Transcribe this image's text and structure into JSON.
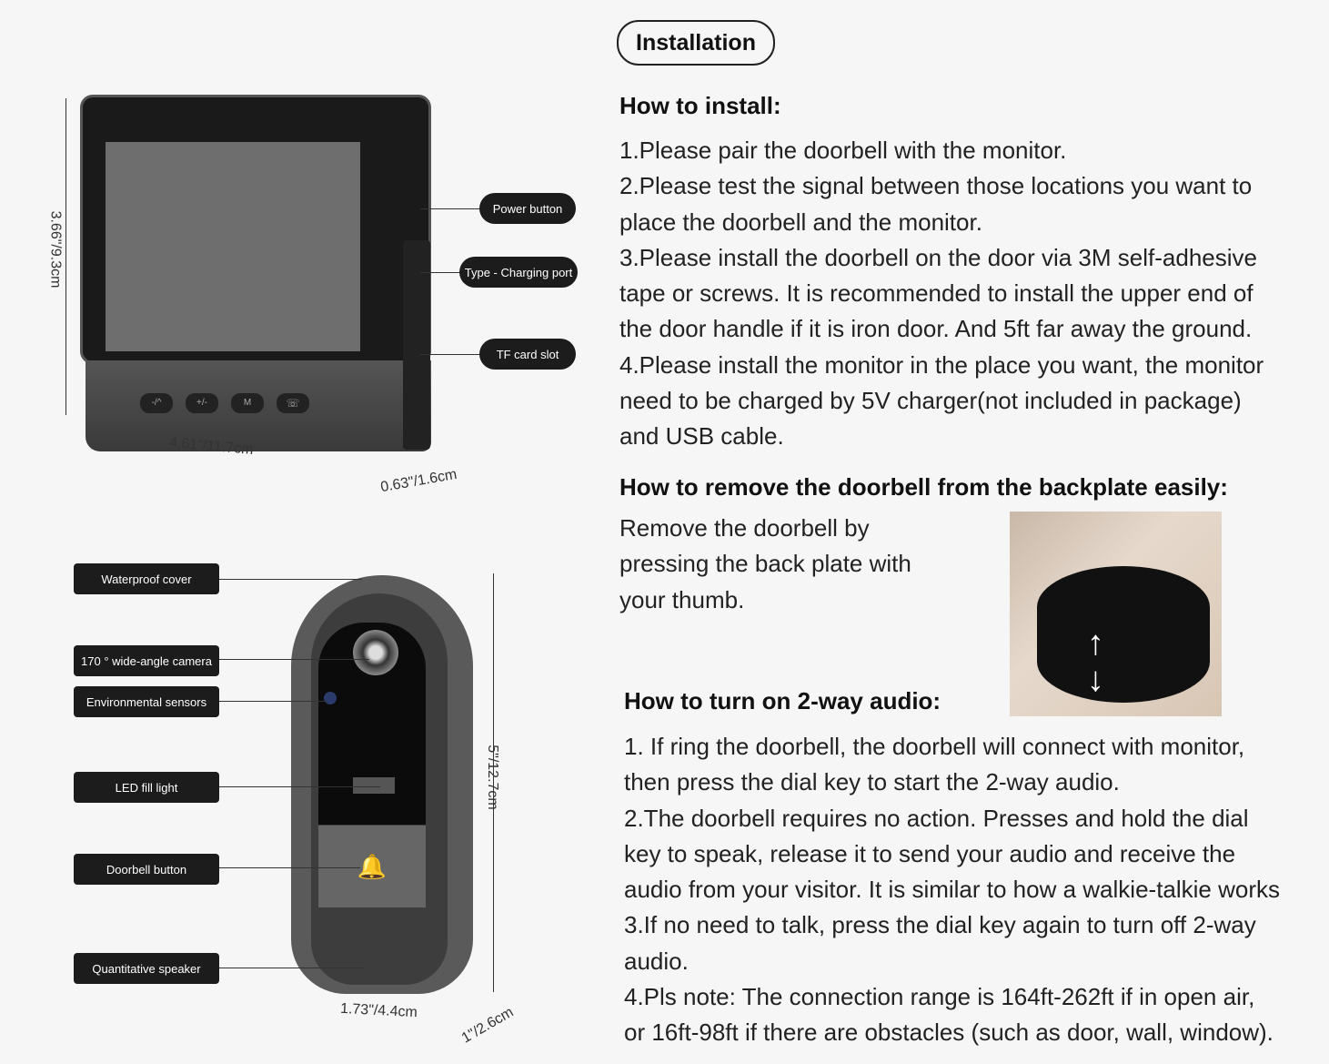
{
  "header": {
    "title": "Installation"
  },
  "monitor": {
    "labels": [
      "Power button",
      "Type - Charging port",
      "TF card slot"
    ],
    "buttons": [
      "-/^",
      "+/-",
      "M",
      "dial"
    ],
    "dims": {
      "height": "3.66\"/9.3cm",
      "width": "4.61\"/11.7cm",
      "depth": "0.63\"/1.6cm"
    }
  },
  "doorbell": {
    "labels": [
      "Waterproof cover",
      "170 ° wide-angle camera",
      "Environmental sensors",
      "LED fill light",
      "Doorbell button",
      "Quantitative speaker"
    ],
    "dims": {
      "height": "5\"/12.7cm",
      "width": "1.73\"/4.4cm",
      "depth": "1\"/2.6cm"
    }
  },
  "install": {
    "heading": "How to install:",
    "lines": [
      "1.Please pair the doorbell with the monitor.",
      "2.Please test the signal between those locations you want to",
      "place the doorbell and the monitor.",
      "3.Please install the doorbell on the door via 3M self-adhesive",
      "tape or screws. It is recommended to install the upper end of",
      "the door handle if it is iron door. And 5ft far away the ground.",
      "4.Please install the monitor in the place you want, the monitor",
      "need to be charged by 5V charger(not included in package)",
      "and USB cable."
    ]
  },
  "remove": {
    "heading": "How to remove the doorbell from the backplate easily:",
    "lines": [
      "Remove the doorbell by",
      "pressing the back plate with",
      "your thumb."
    ]
  },
  "audio": {
    "heading": "How to turn on 2-way audio:",
    "lines": [
      "1. If ring the doorbell, the doorbell will connect with monitor,",
      "then press the dial key to start the 2-way audio.",
      "2.The doorbell requires no action. Presses and hold the dial",
      "key to speak, release it to send your audio and receive the",
      "audio from your visitor. It is similar to how a walkie-talkie works",
      "3.If no need to talk, press the dial key again to turn off 2-way",
      "audio.",
      "4.Pls note: The connection range is 164ft-262ft if in open air,",
      "or 16ft-98ft if there are obstacles (such as door, wall, window)."
    ]
  }
}
